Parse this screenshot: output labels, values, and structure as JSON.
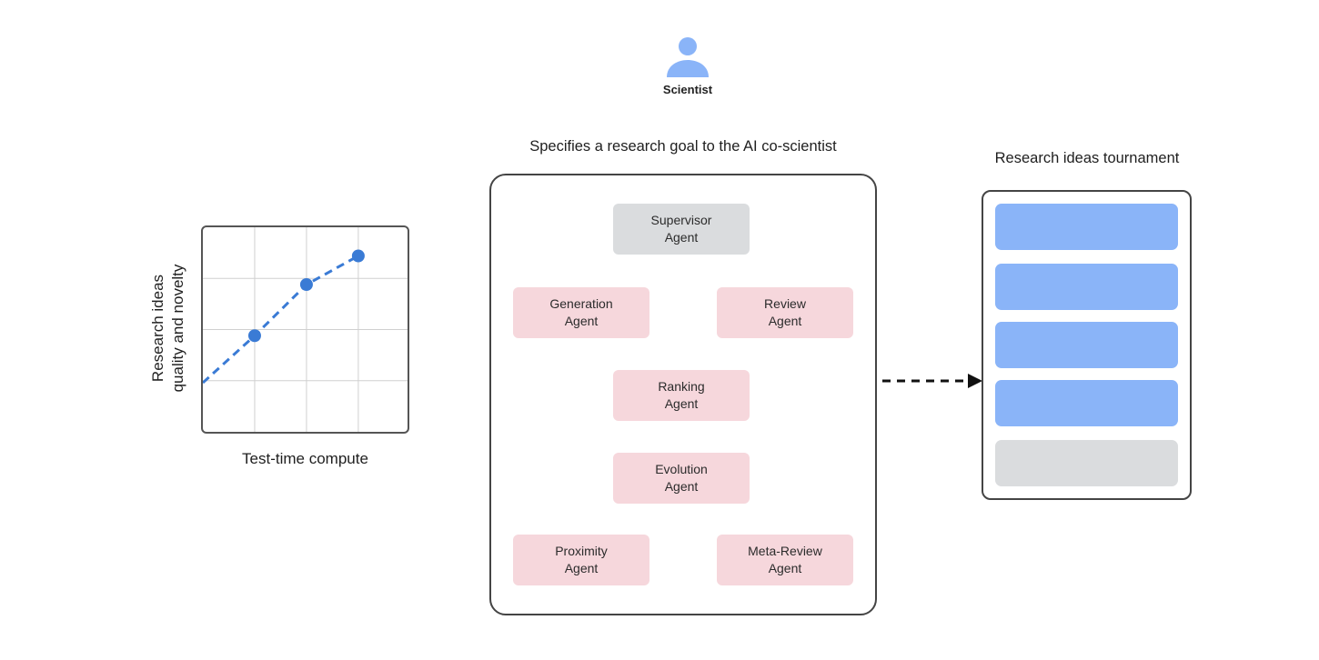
{
  "scientist": {
    "label": "Scientist",
    "icon": "person-icon",
    "icon_color": "#8ab4f8"
  },
  "chart": {
    "ylabel_line1": "Research ideas",
    "ylabel_line2": "quality and novelty",
    "xlabel": "Test-time compute",
    "line_color": "#3a7bd5",
    "grid_color": "#d0d0d0"
  },
  "chart_data": {
    "type": "line",
    "title": "",
    "xlabel": "Test-time compute",
    "ylabel": "Research ideas quality and novelty",
    "grid": true,
    "line_style": "dashed",
    "x": [
      0,
      1,
      2,
      3
    ],
    "series": [
      {
        "values": [
          0.24,
          0.47,
          0.72,
          0.86
        ],
        "markers": [
          false,
          true,
          true,
          true
        ]
      }
    ],
    "xlim": [
      0,
      3.95
    ],
    "ylim": [
      0,
      1
    ]
  },
  "main": {
    "goal_label": "Specifies a research goal to the AI co-scientist",
    "agents": [
      {
        "id": "supervisor",
        "line1": "Supervisor",
        "line2": "Agent",
        "color": "#dadcde"
      },
      {
        "id": "generation",
        "line1": "Generation",
        "line2": "Agent",
        "color": "#f6d7dc"
      },
      {
        "id": "review",
        "line1": "Review",
        "line2": "Agent",
        "color": "#f6d7dc"
      },
      {
        "id": "ranking",
        "line1": "Ranking",
        "line2": "Agent",
        "color": "#f6d7dc"
      },
      {
        "id": "evolution",
        "line1": "Evolution",
        "line2": "Agent",
        "color": "#f6d7dc"
      },
      {
        "id": "proximity",
        "line1": "Proximity",
        "line2": "Agent",
        "color": "#f6d7dc"
      },
      {
        "id": "meta-review",
        "line1": "Meta-Review",
        "line2": "Agent",
        "color": "#f6d7dc"
      }
    ]
  },
  "tournament": {
    "label": "Research ideas tournament",
    "bars": [
      "#8ab4f8",
      "#8ab4f8",
      "#8ab4f8",
      "#8ab4f8",
      "#dadcde"
    ]
  }
}
